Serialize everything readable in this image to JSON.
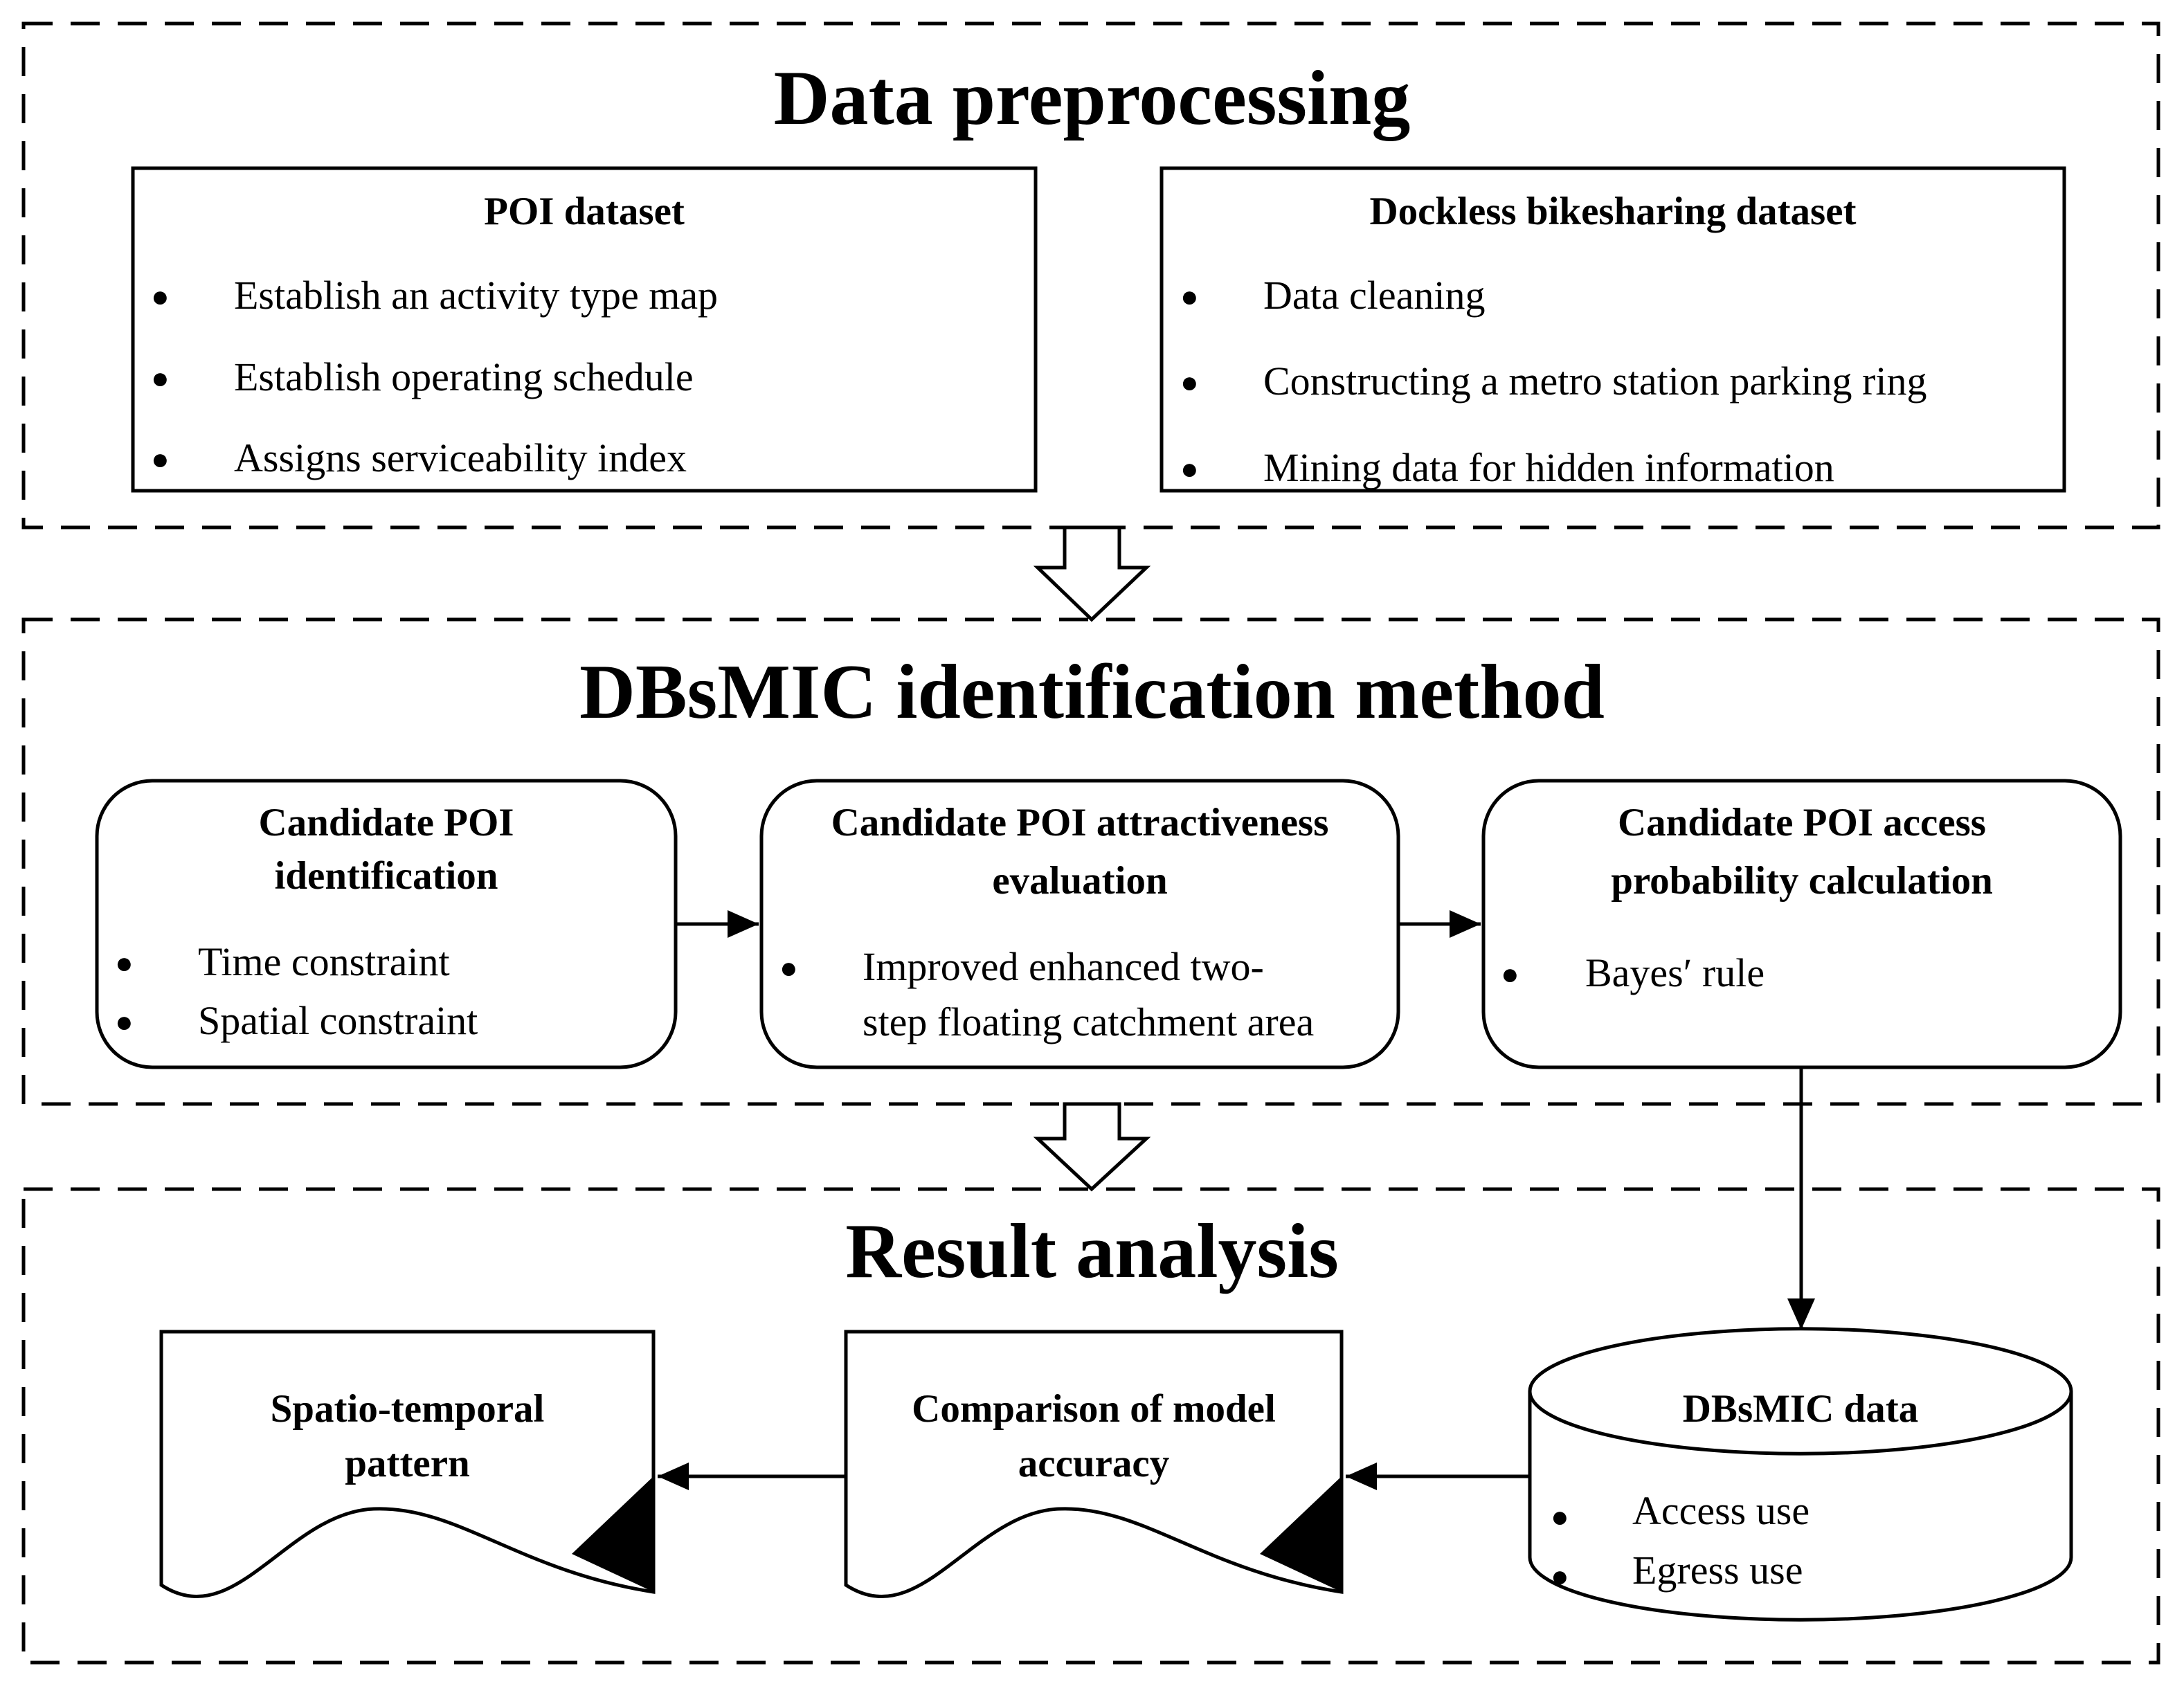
{
  "sections": {
    "preprocessing": {
      "title": "Data preprocessing",
      "poi": {
        "title": "POI dataset",
        "items": [
          "Establish an activity type map",
          "Establish operating schedule",
          "Assigns serviceability index"
        ]
      },
      "bike": {
        "title": "Dockless bikesharing dataset",
        "items": [
          "Data cleaning",
          "Constructing a metro station parking ring",
          "Mining data for hidden information"
        ]
      }
    },
    "method": {
      "title": "DBsMIC identification method",
      "step1": {
        "title_lines": [
          "Candidate POI",
          "identification"
        ],
        "items": [
          "Time constraint",
          "Spatial constraint"
        ]
      },
      "step2": {
        "title_lines": [
          "Candidate POI attractiveness",
          "evaluation"
        ],
        "item_lines": [
          "Improved  enhanced two-",
          "step floating catchment area"
        ]
      },
      "step3": {
        "title_lines": [
          "Candidate POI access",
          "probability calculation"
        ],
        "items": [
          "Bayes′ rule"
        ]
      }
    },
    "results": {
      "title": "Result analysis",
      "db": {
        "title": "DBsMIC data",
        "items": [
          "Access use",
          "Egress use"
        ]
      },
      "accuracy": {
        "title_lines": [
          "Comparison of model",
          "accuracy"
        ]
      },
      "pattern": {
        "title_lines": [
          "Spatio-temporal",
          "pattern"
        ]
      }
    }
  },
  "bullet_glyph": "●"
}
